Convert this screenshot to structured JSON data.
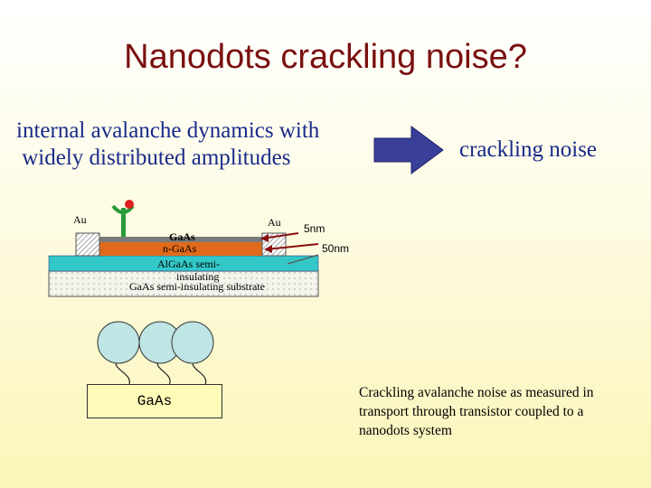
{
  "title": "Nanodots crackling noise?",
  "left_text": "internal avalanche dynamics with\n widely distributed amplitudes",
  "right_text": "crackling noise",
  "diagram": {
    "au_left": "Au",
    "au_right": "Au",
    "label_5nm": "5nm",
    "label_50nm": "50nm",
    "layer_gaas": "GaAs",
    "layer_n_gaas": "n-GaAs",
    "layer_algaas": "AlGaAs semi-",
    "layer_algaas_2": "insulating",
    "layer_substrate": "GaAs semi-insulating substrate",
    "gaas_box": "GaAs"
  },
  "caption_lines": [
    "Crackling avalanche noise as measured in",
    "transport through transistor coupled to a",
    "nanodots system"
  ],
  "colors": {
    "title": "#7a1010",
    "text": "#1a2a8a",
    "arrow": "#3a3f9a",
    "gaas_layer": "#7a7a7a",
    "n_gaas_layer": "#e06a1a",
    "algaas_layer": "#33c8c8",
    "dot_fill": "#bfe5e5",
    "gate_stem": "#2a9a3a",
    "gate_dot": "#e02020",
    "indicator_arrow": "#8a1010"
  }
}
